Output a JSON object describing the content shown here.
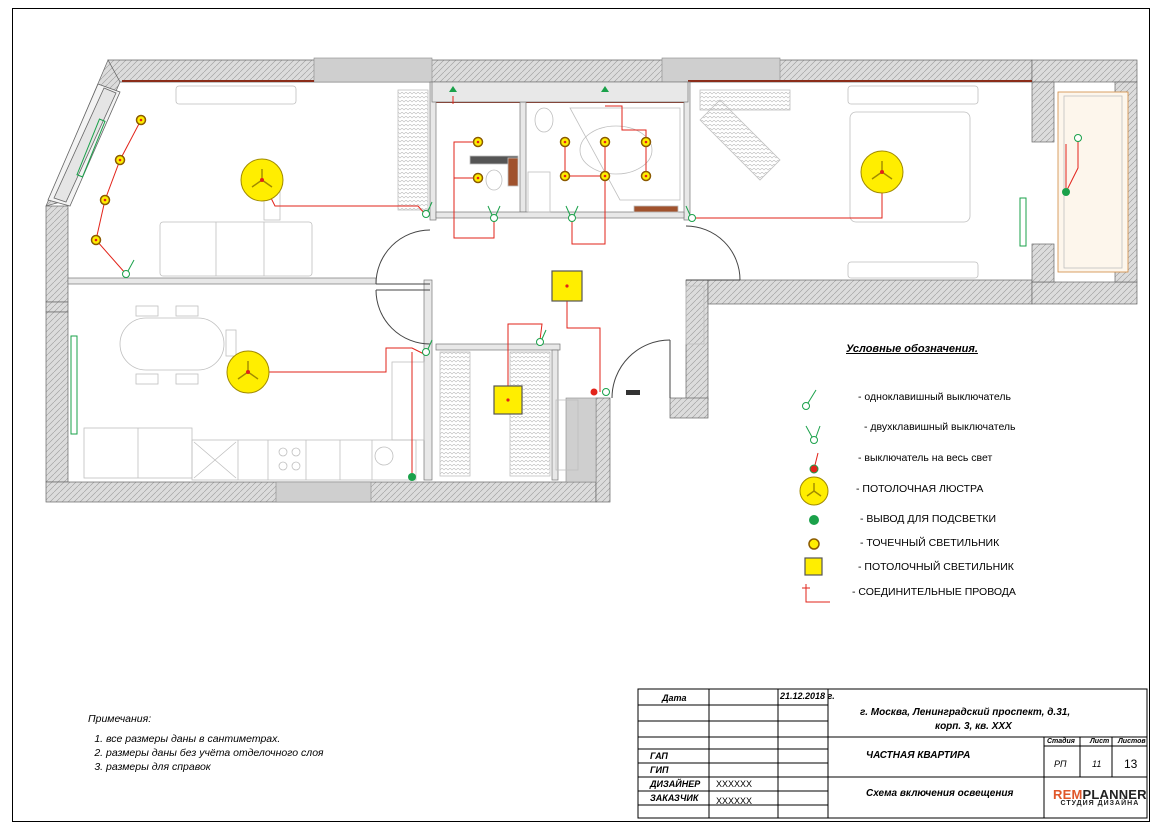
{
  "legend": {
    "title": "Условные обозначения.",
    "items": [
      {
        "icon": "single-switch-icon",
        "label": "- одноклавишный выключатель"
      },
      {
        "icon": "double-switch-icon",
        "label": "- двухклавишный выключатель"
      },
      {
        "icon": "master-switch-icon",
        "label": "- выключатель на весь свет"
      },
      {
        "icon": "chandelier-icon",
        "label": "- ПОТОЛОЧНАЯ ЛЮСТРА"
      },
      {
        "icon": "led-output-icon",
        "label": "- ВЫВОД ДЛЯ ПОДСВЕТКИ"
      },
      {
        "icon": "spotlight-icon",
        "label": "- ТОЧЕЧНЫЙ СВЕТИЛЬНИК"
      },
      {
        "icon": "ceiling-lamp-icon",
        "label": "- ПОТОЛОЧНЫЙ СВЕТИЛЬНИК"
      },
      {
        "icon": "wires-icon",
        "label": "- СОЕДИНИТЕЛЬНЫЕ ПРОВОДА"
      }
    ]
  },
  "notes": {
    "title": "Примечания:",
    "items": [
      "все размеры даны в сантиметрах.",
      "размеры даны без учёта отделочного слоя",
      "размеры для справок"
    ]
  },
  "stamp": {
    "date_label": "Дата",
    "date_value": "21.12.2018 г.",
    "address_line1": "г. Москва, Ленинградский проспект, д.31,",
    "address_line2": "корп. 3, кв. XXX",
    "stage_label": "Стадия",
    "sheet_label": "Лист",
    "sheets_label": "Листов",
    "project_title": "Частная квартира",
    "stage_value": "РП",
    "sheet_value": "11",
    "sheets_value": "13",
    "gap_label": "ГАП",
    "gip_label": "ГИП",
    "designer_label": "Дизайнер",
    "designer_value": "XXXXXX",
    "client_label": "Заказчик",
    "client_value": "XXXXXX",
    "drawing_title": "Схема включения освещения",
    "logo_rem": "REM",
    "logo_planner": "PLANNER",
    "logo_sub": "СТУДИЯ ДИЗАЙНА"
  },
  "colors": {
    "wire": "#e2231a",
    "lamp_fill": "#ffee00",
    "lamp_stroke": "#a08a00",
    "wall_fill": "#d9d9d9",
    "switch_green": "#1aa14a",
    "furniture": "#bfbfbf"
  }
}
